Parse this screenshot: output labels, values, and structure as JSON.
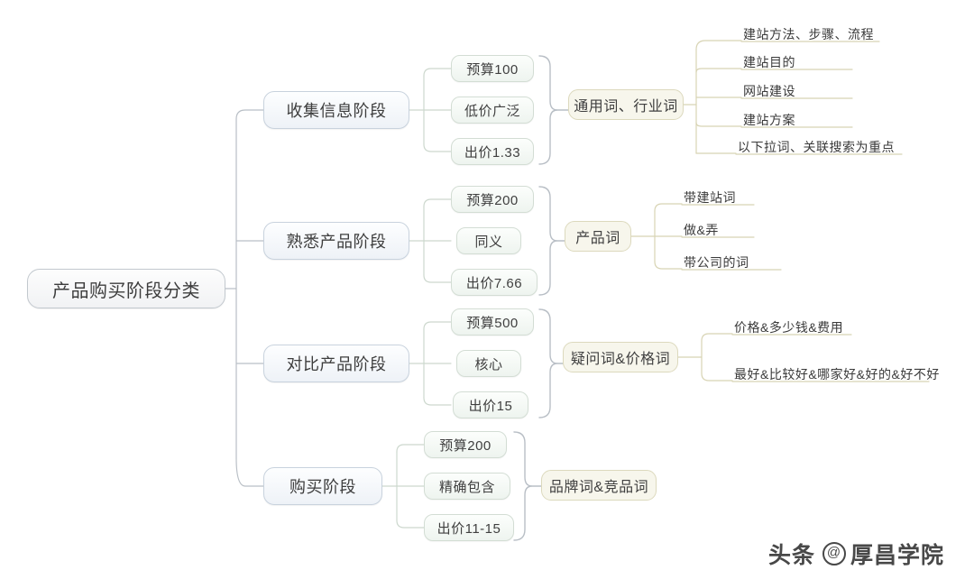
{
  "root": {
    "label": "产品购买阶段分类"
  },
  "branches": [
    {
      "stage": "收集信息阶段",
      "settings": [
        "预算100",
        "低价广泛",
        "出价1.33"
      ],
      "category": "通用词、行业词",
      "leaves": [
        "建站方法、步骤、流程",
        "建站目的",
        "网站建设",
        "建站方案",
        "以下拉词、关联搜索为重点"
      ]
    },
    {
      "stage": "熟悉产品阶段",
      "settings": [
        "预算200",
        "同义",
        "出价7.66"
      ],
      "category": "产品词",
      "leaves": [
        "带建站词",
        "做&弄",
        "带公司的词"
      ]
    },
    {
      "stage": "对比产品阶段",
      "settings": [
        "预算500",
        "核心",
        "出价15"
      ],
      "category": "疑问词&价格词",
      "leaves": [
        "价格&多少钱&费用",
        "最好&比较好&哪家好&好的&好不好"
      ]
    },
    {
      "stage": "购买阶段",
      "settings": [
        "预算200",
        "精确包含",
        "出价11-15"
      ],
      "category": "品牌词&竞品词",
      "leaves": []
    }
  ],
  "watermark": {
    "platform": "头条",
    "at": "@",
    "account": "厚昌学院"
  },
  "colors": {
    "root_border": "#c2c8ce",
    "stage_border": "#c8d2dd",
    "setting_border": "#d3ddd4",
    "category_border": "#dcd9bd",
    "category_fill": "#f7f6ec",
    "connector_gray": "#b9bfc6",
    "connector_green": "#cdd8ce",
    "connector_cream": "#d8d4b4"
  }
}
